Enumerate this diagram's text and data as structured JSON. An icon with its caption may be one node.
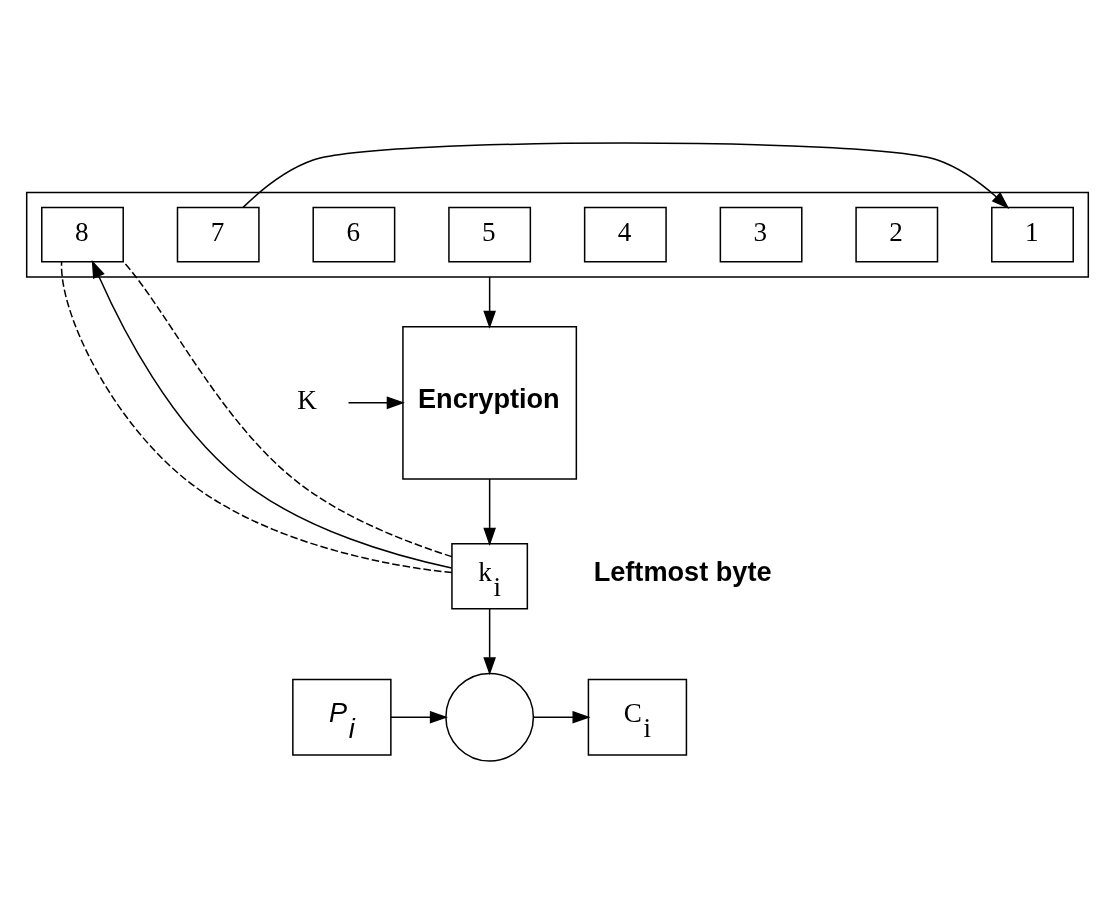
{
  "diagram": {
    "nodes": [
      {
        "text": [],
        "shape": "box"
      },
      {
        "text": [
          "1"
        ],
        "in": 0
      },
      {
        "text": [
          "2"
        ],
        "in": 0
      },
      {
        "text": [
          "3"
        ],
        "in": 0
      },
      {
        "text": [
          "4"
        ],
        "in": 0
      },
      {
        "text": [
          "5"
        ],
        "in": 0
      },
      {
        "text": [
          "6"
        ],
        "in": 0
      },
      {
        "text": [
          "7"
        ],
        "in": 0
      },
      {
        "text": [
          "8"
        ],
        "in": 0
      },
      {
        "text": [
          "Encryption"
        ]
      },
      {
        "text": [
          "K"
        ]
      },
      {
        "text": [
          "k$_{i}$"
        ]
      },
      {
        "text": [],
        "shape": "circle"
      },
      {
        "text": [
          "P$_{i}$"
        ]
      },
      {
        "text": [
          "C$_{i}$"
        ]
      }
    ],
    "edges": [
      {
        "from": 7,
        "to": 1,
        "arrow": "to"
      },
      {
        "from": 0,
        "to": 9,
        "arrow": "to"
      },
      {
        "from": 10,
        "to": 9,
        "arrow": "to"
      },
      {
        "from": 9,
        "to": 11,
        "arrow": "to"
      },
      {
        "from": 11,
        "to": 8,
        "arrow": "none",
        "style": "dashed"
      },
      {
        "from": 11,
        "to": 8,
        "arrow": "to"
      },
      {
        "from": 11,
        "to": 8,
        "arrow": "none",
        "style": "dashed"
      },
      {
        "from": 11,
        "to": 12,
        "arrow": "to"
      },
      {
        "from": 13,
        "to": 12,
        "arrow": "to"
      },
      {
        "from": 12,
        "to": 14,
        "arrow": "to"
      }
    ],
    "labels": [
      "Leftmost byte"
    ]
  }
}
